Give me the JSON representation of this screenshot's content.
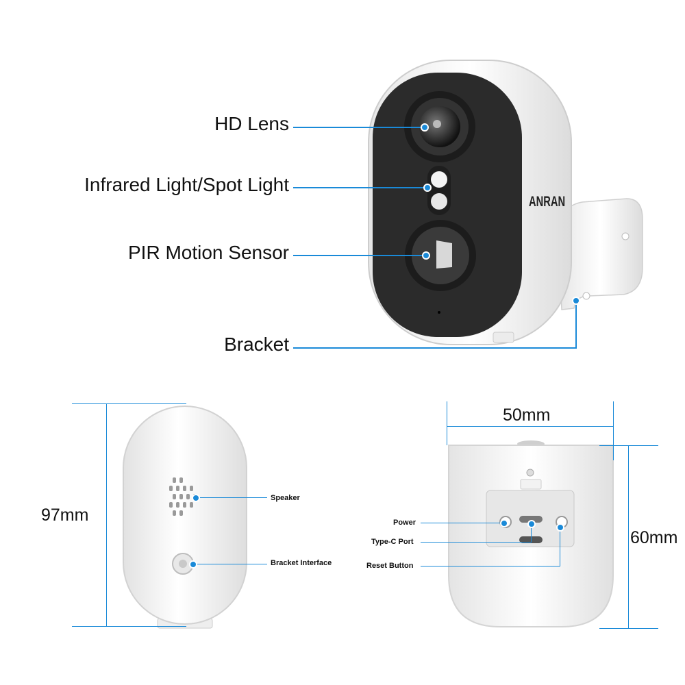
{
  "callouts": {
    "hd_lens": "HD Lens",
    "ir_light": "Infrared Light/Spot Light",
    "pir_sensor": "PIR Motion Sensor",
    "bracket": "Bracket"
  },
  "brand": "ANRAN",
  "back_view": {
    "speaker": "Speaker",
    "bracket_interface": "Bracket Interface",
    "height": "97mm"
  },
  "bottom_view": {
    "power": "Power",
    "typec": "Type-C Port",
    "reset": "Reset Button",
    "width": "50mm",
    "depth": "60mm"
  },
  "colors": {
    "accent": "#1a8ad8",
    "body": "#f4f4f4",
    "face": "#2a2a2a"
  }
}
